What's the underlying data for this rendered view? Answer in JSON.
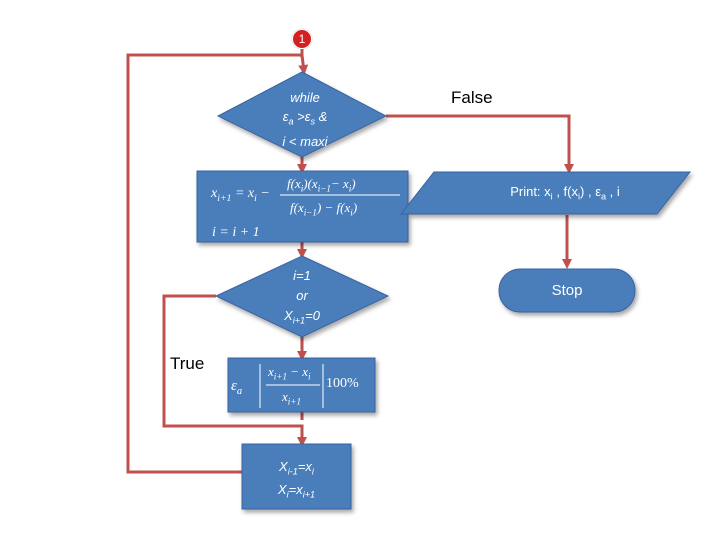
{
  "badge": "1",
  "diamond_while": {
    "line1": "while",
    "line2_eps_a": "ε",
    "line2_sub_a": "a",
    "line2_gt": " >",
    "line2_eps_s": "ε",
    "line2_sub_s": "s",
    "line2_amp": "  &",
    "line3": "i < maxi"
  },
  "false_label": "False",
  "true_label": "True",
  "formula_box": {
    "lhs": "x",
    "lhs_sub": "i+1",
    "eq": "=",
    "x_i": "x",
    "x_i_sub": "i",
    "minus": "−",
    "num_f": "f",
    "num_open": "(x",
    "num_sub1": "i",
    "num_mid": ")(x",
    "num_sub2": "i−1",
    "num_minus": "− x",
    "num_sub3": "i",
    "num_close": ")",
    "den_f1": "f",
    "den_open": "(x",
    "den_sub1": "i−1",
    "den_close": ") − f",
    "den_open2": "(x",
    "den_sub2": "i",
    "den_close2": ")",
    "incr": "i = i + 1"
  },
  "print_box": {
    "prefix": "Print: x",
    "sub1": "i",
    "mid": " , f(x",
    "sub2": "i",
    "mid2": ") , ",
    "eps": "ε",
    "sub3": "a",
    "suffix": " , i"
  },
  "stop_label": "Stop",
  "diamond_check": {
    "line1": "i=1",
    "line2": "or",
    "line3": "X",
    "line3_sub": "i+1",
    "line3_tail": "=0"
  },
  "error_box": {
    "eps": "ε",
    "eps_sub": "a",
    "num": "x",
    "num_sub1": "i+1",
    "num_minus": " − x",
    "num_sub2": "i",
    "den": "x",
    "den_sub": "i+1",
    "pct": "100%"
  },
  "update_box": {
    "line1_a": "X",
    "line1_sub_a": "i-1",
    "line1_b": "=x",
    "line1_sub_b": "i",
    "line2_a": "X",
    "line2_sub_a": "i",
    "line2_b": "=x",
    "line2_sub_b": "i+1"
  },
  "colors": {
    "shape_fill": "#4a7ebb",
    "shape_stroke": "#3a62a0",
    "connector": "#c0504d",
    "badge": "#d42020"
  }
}
